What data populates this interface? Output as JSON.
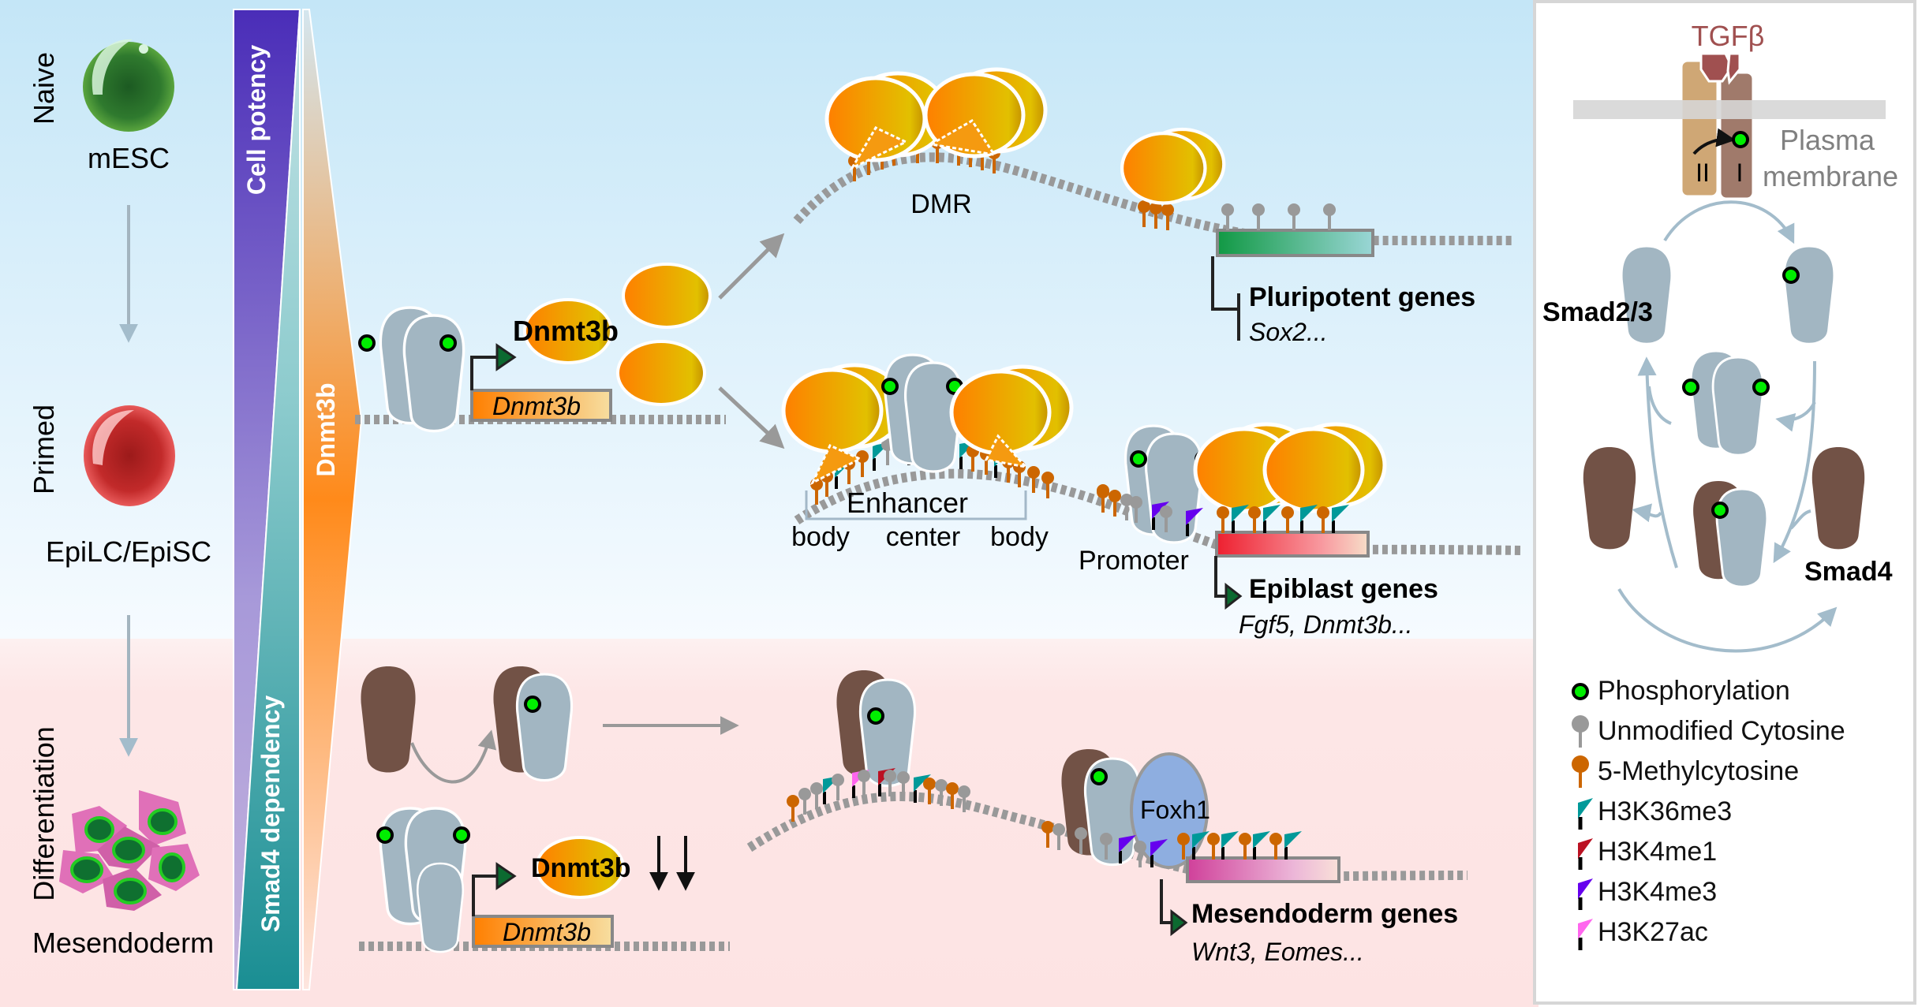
{
  "stages": {
    "naive": {
      "label": "Naive",
      "cell": "mESC"
    },
    "primed": {
      "label": "Primed",
      "cell": "EpiLC/EpiSC"
    },
    "differentiation": {
      "label": "Differentiation",
      "cell": "Mesendoderm"
    }
  },
  "bars": {
    "cell_potency": "Cell potency",
    "smad4_dependency": "Smad4 dependency",
    "dnmt3b": "Dnmt3b"
  },
  "top_pathway": {
    "protein_label": "Dnmt3b",
    "gene_label": "Dnmt3b",
    "dmr_label": "DMR",
    "pluripotent": {
      "title": "Pluripotent genes",
      "examples": "Sox2..."
    },
    "enhancer": {
      "label": "Enhancer",
      "body_left": "body",
      "center": "center",
      "body_right": "body"
    },
    "promoter_label": "Promoter",
    "epiblast": {
      "title": "Epiblast genes",
      "examples": "Fgf5, Dnmt3b..."
    }
  },
  "bottom_pathway": {
    "protein_label": "Dnmt3b",
    "gene_label": "Dnmt3b",
    "downregulation": "↓↓",
    "foxh1_label": "Foxh1",
    "mesendoderm": {
      "title": "Mesendoderm genes",
      "examples": "Wnt3, Eomes..."
    }
  },
  "signaling_panel": {
    "ligand": "TGFβ",
    "membrane_label_line1": "Plasma",
    "membrane_label_line2": "membrane",
    "receptor_type2": "II",
    "receptor_type1": "I",
    "smad23_label": "Smad2/3",
    "smad4_label": "Smad4"
  },
  "legend": [
    {
      "icon": "phosphorylation-dot",
      "label": "Phosphorylation",
      "color": "#00ee00"
    },
    {
      "icon": "unmodified-cytosine-lollipop",
      "label": "Unmodified Cytosine",
      "color": "#999999"
    },
    {
      "icon": "methylcytosine-lollipop",
      "label": "5-Methylcytosine",
      "color": "#cc6600"
    },
    {
      "icon": "h3k36me3-flag",
      "label": "H3K36me3",
      "color": "#009999"
    },
    {
      "icon": "h3k4me1-flag",
      "label": "H3K4me1",
      "color": "#bb1122"
    },
    {
      "icon": "h3k4me3-flag",
      "label": "H3K4me3",
      "color": "#6600ee"
    },
    {
      "icon": "h3k27ac-flag",
      "label": "H3K27ac",
      "color": "#ff66ee"
    }
  ],
  "colors": {
    "smad23": "#a2b6c2",
    "smad4": "#725246",
    "dnmt3b_start": "#ff7f00",
    "dnmt3b_end": "#e6c400",
    "foxh1": "#8eaee0",
    "dna": "#999999",
    "top_bg": "#c5e6f7",
    "bottom_bg": "#fde6e6"
  }
}
